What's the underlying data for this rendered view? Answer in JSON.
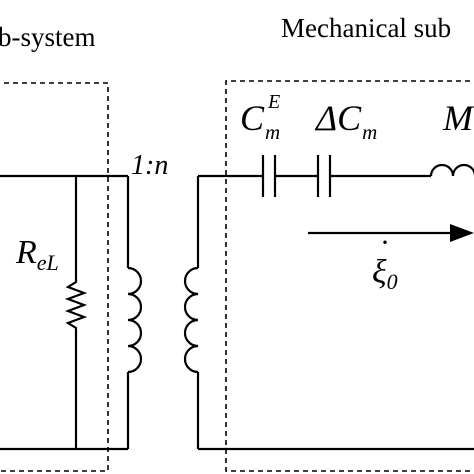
{
  "diagram": {
    "labels": {
      "electrical_subsystem": "b-system",
      "mechanical_subsystem": "Mechanical sub",
      "ratio": "1:n",
      "resistor": {
        "main": "R",
        "sub": "eL"
      },
      "capacitor_ce": {
        "main": "C",
        "sub": "m",
        "sup": "E"
      },
      "capacitor_delta": {
        "main": "ΔC",
        "sub": "m"
      },
      "mass": {
        "main": "M"
      },
      "velocity": {
        "main": "ξ",
        "sub": "0",
        "accent": "·"
      }
    }
  }
}
